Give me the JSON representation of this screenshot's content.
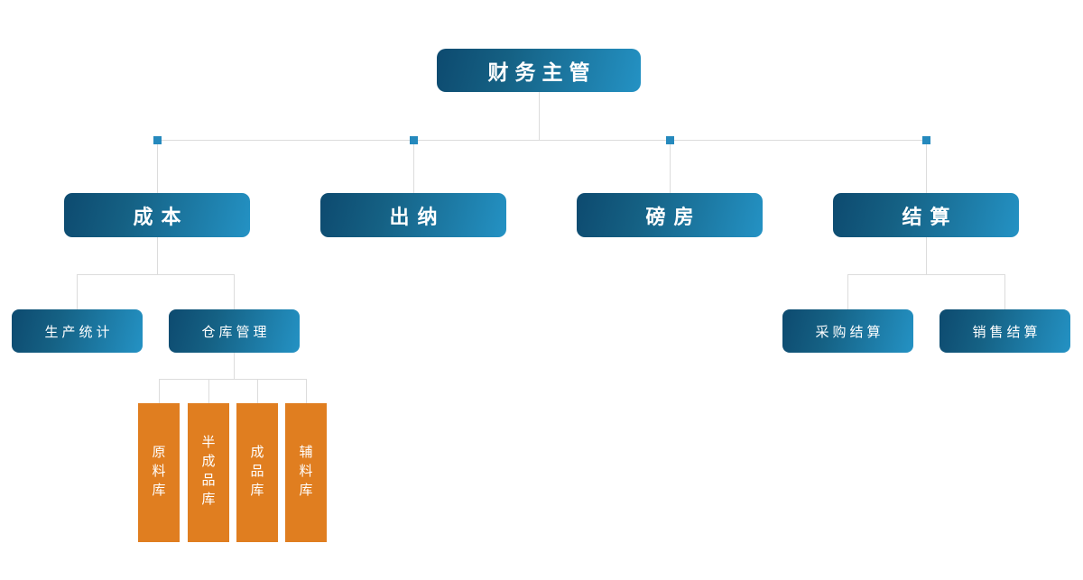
{
  "org": {
    "root": {
      "label": "财务主管",
      "children": [
        {
          "label": "成本",
          "children": [
            {
              "label": "生产统计",
              "children": []
            },
            {
              "label": "仓库管理",
              "children": [
                {
                  "label": "原料库"
                },
                {
                  "label": "半成品库"
                },
                {
                  "label": "成品库"
                },
                {
                  "label": "辅料库"
                }
              ]
            }
          ]
        },
        {
          "label": "出纳",
          "children": []
        },
        {
          "label": "磅房",
          "children": []
        },
        {
          "label": "结算",
          "children": [
            {
              "label": "采购结算"
            },
            {
              "label": "销售结算"
            }
          ]
        }
      ]
    }
  },
  "colors": {
    "node_gradient_dark": "#0d4a6f",
    "node_gradient_light": "#2492c4",
    "warehouse_orange": "#e07e20",
    "connector_gray": "#dcdcdc",
    "junction_blue": "#2589bd",
    "text": "#ffffff",
    "background": "#ffffff"
  }
}
